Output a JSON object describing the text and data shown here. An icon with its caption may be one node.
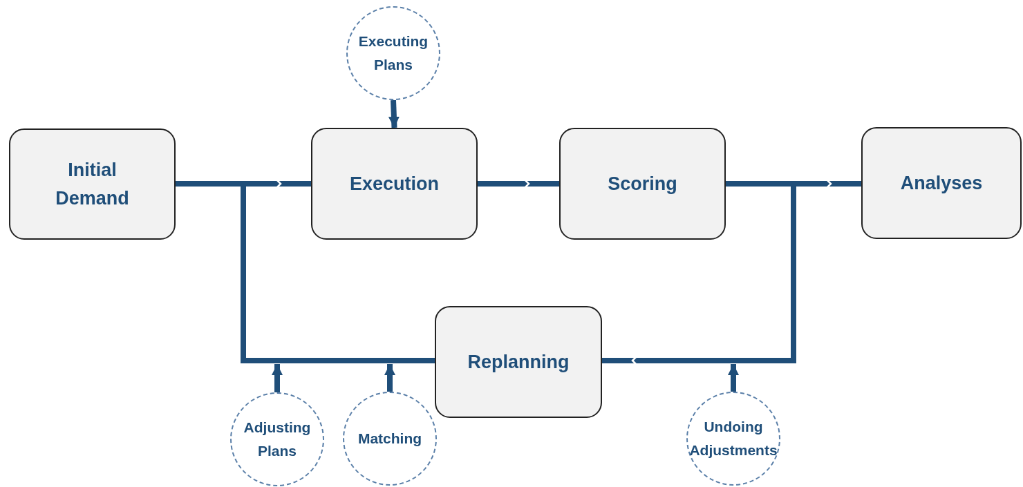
{
  "diagram": {
    "nodes": [
      {
        "text": [
          "Initial Demand"
        ]
      },
      {
        "text": [
          "Executing Plans"
        ]
      },
      {
        "text": [
          "Execution"
        ]
      },
      {
        "text": [
          "Scoring"
        ]
      },
      {
        "text": [
          "Analyses"
        ]
      },
      {
        "text": [
          "Replanning"
        ]
      },
      {
        "text": [
          "Adjusting Plans"
        ]
      },
      {
        "text": [
          "Matching"
        ]
      },
      {
        "text": [
          "Undoing Adjustments"
        ]
      }
    ],
    "edges": [
      {
        "from": 0,
        "to": 2,
        "arrow": "to"
      },
      {
        "from": 1,
        "to": 2,
        "arrow": "to"
      },
      {
        "from": 2,
        "to": 3,
        "arrow": "to"
      },
      {
        "from": 3,
        "to": 4,
        "arrow": "to"
      },
      {
        "from": 5,
        "to": 2,
        "arrow": "to"
      },
      {
        "from": 3,
        "to": 5,
        "arrow": "to"
      },
      {
        "from": 6,
        "to": null,
        "arrow": "to"
      },
      {
        "from": 7,
        "to": null,
        "arrow": "to"
      },
      {
        "from": 8,
        "to": null,
        "arrow": "to"
      }
    ]
  }
}
